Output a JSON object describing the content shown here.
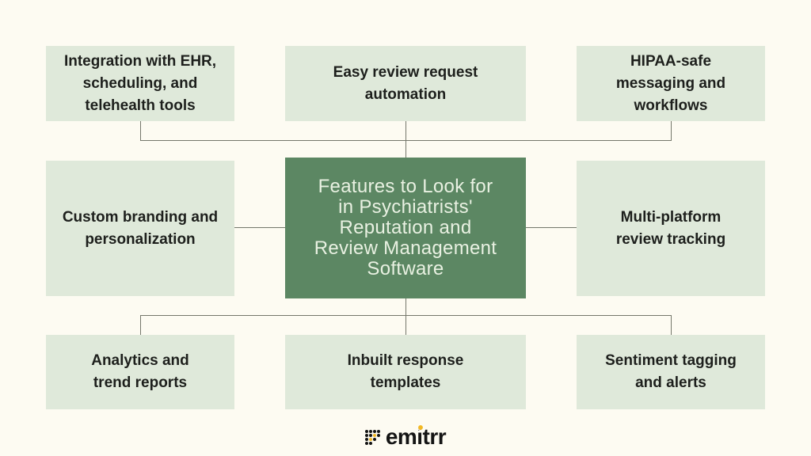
{
  "page": {
    "background": "#fdfbf2"
  },
  "colors": {
    "bg": "#fdfbf2",
    "box_bg": "#dfe9da",
    "box_text": "#1d1f1c",
    "center_bg": "#5c8763",
    "center_text": "#e9f1e2",
    "line": "#74776b",
    "logo_text": "#141414",
    "accent": "#f2b824"
  },
  "center": {
    "title": "Features to Look for in Psychiatrists' Reputation and Review Management Software",
    "title_lines": [
      "Features to Look for",
      "in Psychiatrists'",
      "Reputation and",
      "Review Management",
      "Software"
    ]
  },
  "features": {
    "top_left": {
      "label": "Integration with EHR, scheduling, and telehealth tools",
      "lines": [
        "Integration with EHR,",
        "scheduling, and",
        "telehealth tools"
      ]
    },
    "top_center": {
      "label": "Easy review request automation",
      "lines": [
        "Easy review request",
        "automation"
      ]
    },
    "top_right": {
      "label": "HIPAA-safe messaging and workflows",
      "lines": [
        "HIPAA-safe",
        "messaging and",
        "workflows"
      ]
    },
    "mid_left": {
      "label": "Custom branding and personalization",
      "lines": [
        "Custom branding and",
        "personalization"
      ]
    },
    "mid_right": {
      "label": "Multi-platform review tracking",
      "lines": [
        "Multi-platform",
        "review tracking"
      ]
    },
    "bottom_left": {
      "label": "Analytics and trend reports",
      "lines": [
        "Analytics and",
        "trend reports"
      ]
    },
    "bottom_center": {
      "label": "Inbuilt response templates",
      "lines": [
        "Inbuilt response",
        "templates"
      ]
    },
    "bottom_right": {
      "label": "Sentiment tagging and alerts",
      "lines": [
        "Sentiment tagging",
        "and alerts"
      ]
    }
  },
  "logo": {
    "text": "emitrr",
    "icon": "pixel-grid-icon",
    "icon_pattern": [
      "1111",
      "1121",
      "1210",
      "1100"
    ]
  }
}
